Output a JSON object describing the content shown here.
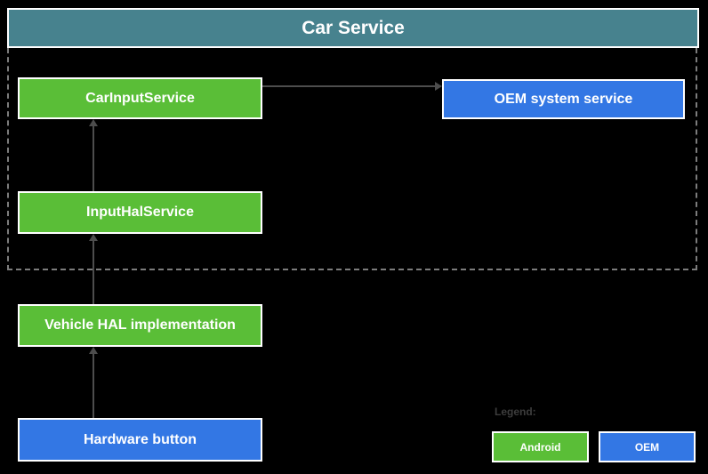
{
  "header": {
    "title": "Car Service"
  },
  "diagram": {
    "nodes": [
      {
        "id": "car-input-service",
        "label": "CarInputService",
        "category": "android"
      },
      {
        "id": "oem-system-service",
        "label": "OEM system service",
        "category": "oem"
      },
      {
        "id": "input-hal-service",
        "label": "InputHalService",
        "category": "android"
      },
      {
        "id": "vehicle-hal-implementation",
        "label": "Vehicle HAL implementation",
        "category": "android"
      },
      {
        "id": "hardware-button",
        "label": "Hardware button",
        "category": "oem"
      }
    ],
    "edges": [
      {
        "from": "car-input-service",
        "to": "oem-system-service",
        "direction": "right"
      },
      {
        "from": "input-hal-service",
        "to": "car-input-service",
        "direction": "up"
      },
      {
        "from": "vehicle-hal-implementation",
        "to": "input-hal-service",
        "direction": "up"
      },
      {
        "from": "hardware-button",
        "to": "vehicle-hal-implementation",
        "direction": "up"
      }
    ],
    "boundary": {
      "belongs_to": "Car Service",
      "style": "dashed"
    }
  },
  "legend": {
    "label": "Legend:",
    "items": [
      {
        "label": "Android",
        "color": "#5ABE37"
      },
      {
        "label": "OEM",
        "color": "#3377E4"
      }
    ]
  },
  "colors": {
    "background": "#000000",
    "header_background": "#47828E",
    "android_green": "#5ABE37",
    "oem_blue": "#3377E4",
    "arrow": "#4D4D4D",
    "boundary_dash": "#7C7C7C",
    "box_border": "#FFFFFF",
    "legend_text": "#3D3D3D"
  }
}
